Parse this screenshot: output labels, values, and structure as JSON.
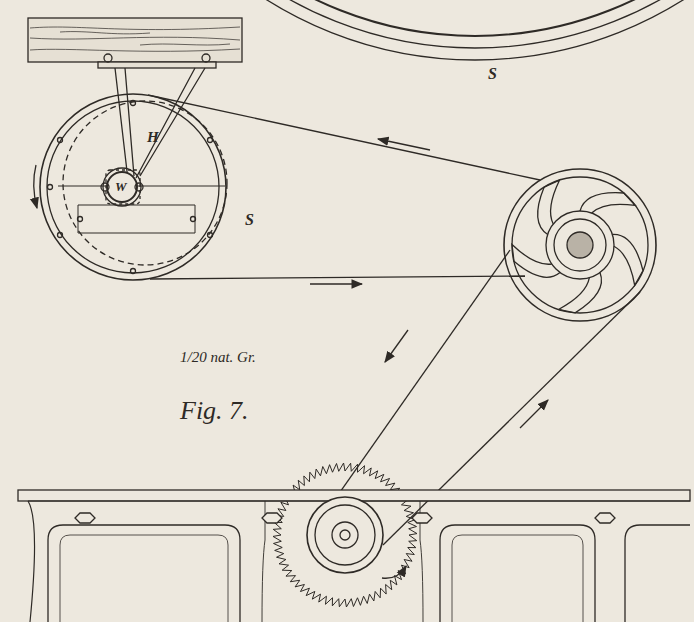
{
  "diagram": {
    "labels": [
      "S",
      "H",
      "W",
      "S",
      "1/20 nat. Gr.",
      "Fig. 7."
    ]
  }
}
